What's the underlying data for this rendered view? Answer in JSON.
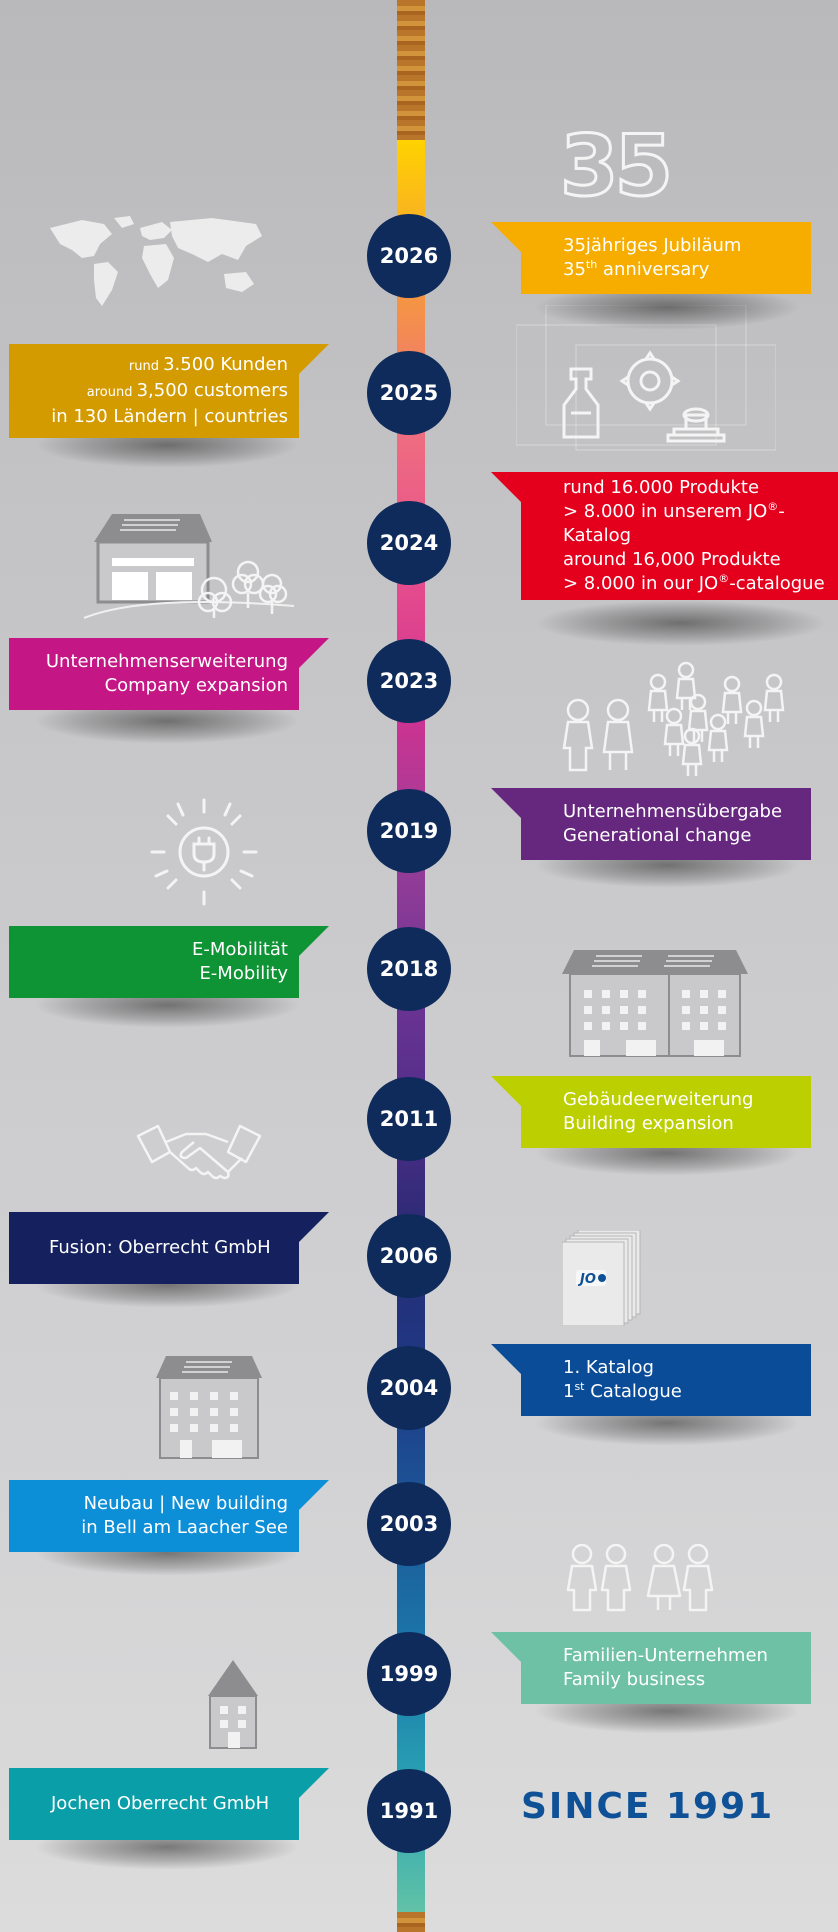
{
  "colors": {
    "year_circle": "#0f2b5b",
    "since": "#0f5196",
    "events": [
      "#f6ad00",
      "#d49b00",
      "#e4001c",
      "#c41684",
      "#66277f",
      "#0f9435",
      "#bccf00",
      "#15205e",
      "#0a4c98",
      "#0d8fd8",
      "#6fc1a6",
      "#0a9ea8"
    ]
  },
  "anniversary_number": "35",
  "since_text": "SINCE 1991",
  "milestones": [
    {
      "year": "2026",
      "lines": [
        "35jähriges Jubiläum"
      ],
      "line2_pre": "35",
      "line2_sup": "th",
      "line2_post": " anniversary"
    },
    {
      "year": "2025",
      "l1_small": "rund ",
      "l1_big": "3.500 Kunden",
      "l2_small": "around ",
      "l2_big": "3,500 customers",
      "l3": "in 130 Ländern | countries"
    },
    {
      "year": "2024",
      "l1": "rund 16.000 Produkte",
      "l2_pre": "> 8.000 in unserem JO",
      "l2_sup": "®",
      "l2_post": "-Katalog",
      "l3": "around 16,000 Produkte",
      "l4_pre": "> 8.000 in our JO",
      "l4_sup": "®",
      "l4_post": "-catalogue"
    },
    {
      "year": "2023",
      "lines": [
        "Unternehmenserweiterung",
        "Company expansion"
      ]
    },
    {
      "year": "2019",
      "lines": [
        "Unternehmensübergabe",
        "Generational change"
      ]
    },
    {
      "year": "2018",
      "lines": [
        "E-Mobilität",
        "E-Mobility"
      ]
    },
    {
      "year": "2011",
      "lines": [
        "Gebäudeerweiterung",
        "Building expansion"
      ]
    },
    {
      "year": "2006",
      "lines": [
        "Fusion: Oberrecht GmbH"
      ]
    },
    {
      "year": "2004",
      "lines": [
        "1. Katalog"
      ],
      "line2_pre": "1",
      "line2_sup": "st",
      "line2_post": " Catalogue"
    },
    {
      "year": "2003",
      "lines": [
        "Neubau | New building",
        "in Bell am Laacher See"
      ]
    },
    {
      "year": "1999",
      "lines": [
        "Familien-Unternehmen",
        "Family business"
      ]
    },
    {
      "year": "1991",
      "lines": [
        "Jochen Oberrecht GmbH"
      ]
    }
  ],
  "icons": [
    "world-map-icon",
    "machine-parts-icon",
    "warehouse-icon",
    "family-group-icon",
    "ev-plug-icon",
    "large-building-icon",
    "handshake-icon",
    "catalogue-icon",
    "office-building-icon",
    "family-icon",
    "small-house-icon"
  ],
  "catalogue_logo": "JO"
}
